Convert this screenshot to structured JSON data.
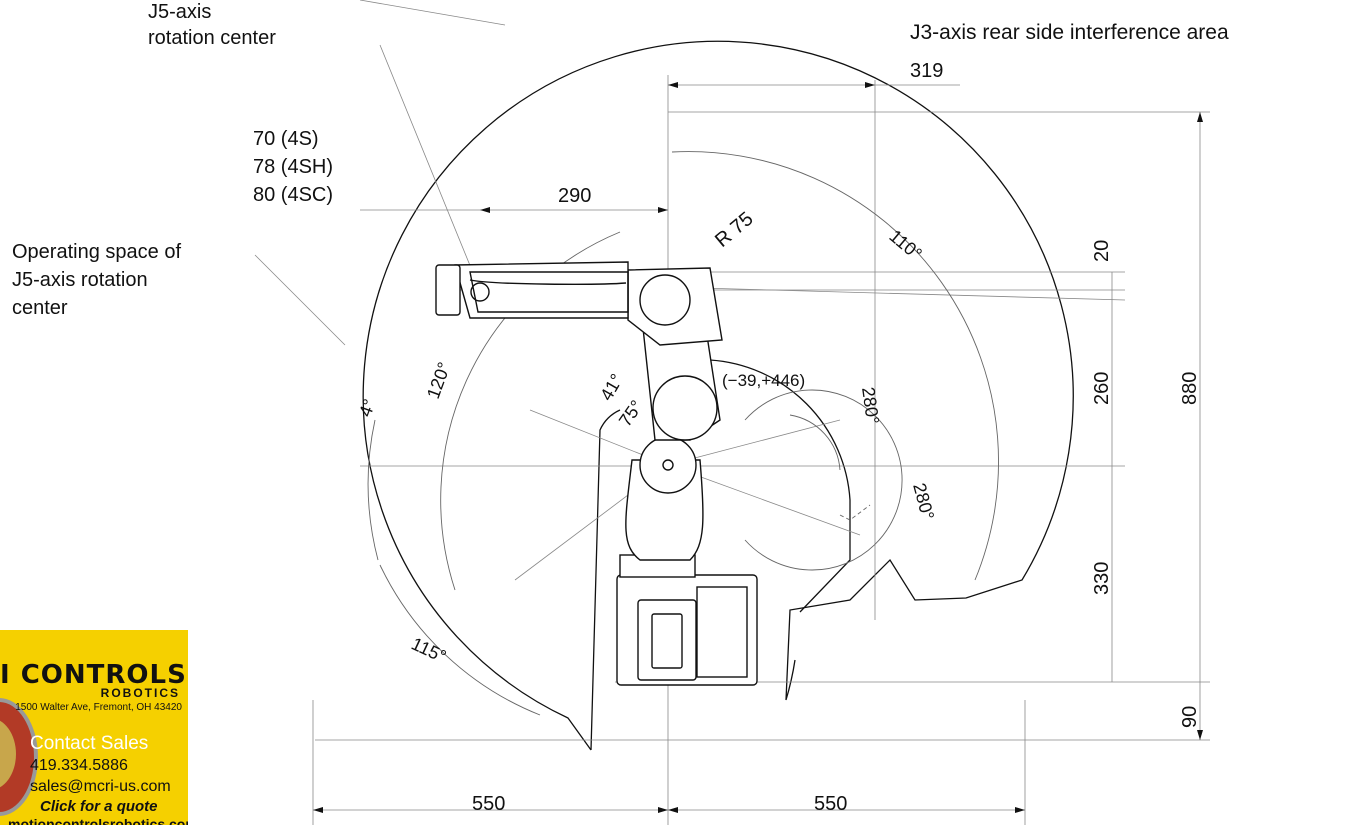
{
  "labels": {
    "j5_center": [
      "J5-axis",
      "rotation center"
    ],
    "j3_rear": "J3-axis rear side interference area",
    "operating_space": [
      "Operating space of",
      "J5-axis rotation",
      "center"
    ],
    "models": [
      "70 (4S)",
      "78 (4SH)",
      "80 (4SC)"
    ]
  },
  "dimensions": {
    "top_319": "319",
    "arm_290": "290",
    "radius": "R 75",
    "right_20": "20",
    "right_260": "260",
    "right_330": "330",
    "right_90": "90",
    "total_880": "880",
    "bottom_left_550": "550",
    "bottom_right_550": "550",
    "coordinate": "(−39,+446)"
  },
  "angles": {
    "a110": "110°",
    "a120": "120°",
    "a4": "4°",
    "a41": "41°",
    "a75": "75°",
    "a280_upper": "280°",
    "a280_lower": "280°",
    "a115": "115°"
  },
  "ad": {
    "brand": "I CONTROLS",
    "sub": "ROBOTICS",
    "address": "1500 Walter Ave, Fremont, OH 43420",
    "contact": "Contact Sales",
    "phone": "419.334.5886",
    "email": "sales@mcri-us.com",
    "cta": "Click for a quote",
    "url": "motioncontrolsrobotics.com"
  },
  "colors": {
    "ad_background": "#f5d000",
    "line": "#111111",
    "thin_line": "#777777"
  }
}
